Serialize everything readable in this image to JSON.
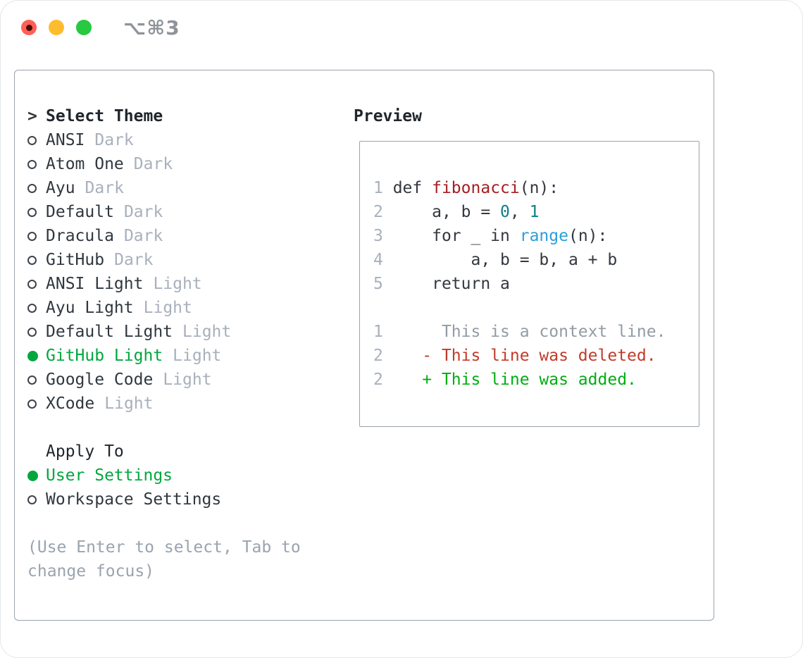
{
  "colors": {
    "text": "#30373e",
    "muted": "#a8b0bc",
    "hint": "#9aa3ae",
    "accent_green": "#00a73e",
    "border": "#9aa3ac",
    "code_text": "#33383f",
    "line_number": "#a8b0bc",
    "function_red": "#a61e22",
    "builtin_blue": "#2b9fd8",
    "number_teal": "#0e7f87",
    "context_gray": "#939ba5",
    "deleted_red": "#c23b2a",
    "added_green": "#00ad12",
    "traffic_red": "#ff5f57",
    "traffic_red_dot": "#4a0b07",
    "traffic_yellow": "#febc2e",
    "traffic_green": "#28c840",
    "titlebar_text": "#8f949a"
  },
  "titlebar": {
    "shortcut_label": "⌥⌘3"
  },
  "theme_list": {
    "header": "Select Theme",
    "cursor_glyph": ">",
    "items": [
      {
        "name": "ANSI",
        "variant": "Dark",
        "selected": false
      },
      {
        "name": "Atom One",
        "variant": "Dark",
        "selected": false
      },
      {
        "name": "Ayu",
        "variant": "Dark",
        "selected": false
      },
      {
        "name": "Default",
        "variant": "Dark",
        "selected": false
      },
      {
        "name": "Dracula",
        "variant": "Dark",
        "selected": false
      },
      {
        "name": "GitHub",
        "variant": "Dark",
        "selected": false
      },
      {
        "name": "ANSI Light",
        "variant": "Light",
        "selected": false
      },
      {
        "name": "Ayu Light",
        "variant": "Light",
        "selected": false
      },
      {
        "name": "Default Light",
        "variant": "Light",
        "selected": false
      },
      {
        "name": "GitHub Light",
        "variant": "Light",
        "selected": true
      },
      {
        "name": "Google Code",
        "variant": "Light",
        "selected": false
      },
      {
        "name": "XCode",
        "variant": "Light",
        "selected": false
      }
    ]
  },
  "apply_to": {
    "header": "Apply To",
    "options": [
      {
        "label": "User Settings",
        "selected": true
      },
      {
        "label": "Workspace Settings",
        "selected": false
      }
    ]
  },
  "hint": {
    "lines": [
      "(Use Enter to select, Tab to",
      "change focus)"
    ]
  },
  "preview": {
    "title": "Preview",
    "lines": [
      [
        [
          "ln",
          "1"
        ],
        [
          "t",
          " def "
        ],
        [
          "fn",
          "fibonacci"
        ],
        [
          "t",
          "(n):"
        ]
      ],
      [
        [
          "ln",
          "2"
        ],
        [
          "t",
          "     a, b = "
        ],
        [
          "num",
          "0"
        ],
        [
          "t",
          ", "
        ],
        [
          "num",
          "1"
        ]
      ],
      [
        [
          "ln",
          "3"
        ],
        [
          "t",
          "     for _ in "
        ],
        [
          "bi",
          "range"
        ],
        [
          "t",
          "(n):"
        ]
      ],
      [
        [
          "ln",
          "4"
        ],
        [
          "t",
          "         a, b = b, a + b"
        ]
      ],
      [
        [
          "ln",
          "5"
        ],
        [
          "t",
          "     return a"
        ]
      ],
      [],
      [
        [
          "ln",
          "1"
        ],
        [
          "ctx",
          "      This is a context line."
        ]
      ],
      [
        [
          "ln",
          "2"
        ],
        [
          "t",
          "    "
        ],
        [
          "del",
          "- This line was deleted."
        ]
      ],
      [
        [
          "ln",
          "2"
        ],
        [
          "t",
          "    "
        ],
        [
          "add",
          "+ This line was added."
        ]
      ]
    ]
  }
}
